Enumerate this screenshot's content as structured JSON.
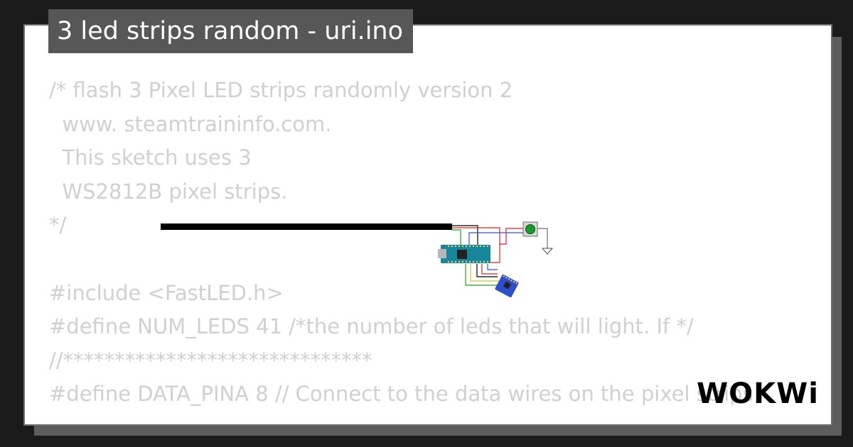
{
  "title": "3 led strips random - uri.ino",
  "code_lines": [
    "/* flash 3 Pixel LED strips randomly version 2",
    "  www. steamtraininfo.com.",
    "  This sketch uses 3",
    "  WS2812B pixel strips.",
    "*/",
    "",
    "#include <FastLED.h>",
    "#define NUM_LEDS 41 /*the number of leds that will light. If */",
    "//******************************",
    "#define DATA_PINA 8 // Connect to the data wires on the pixel strips"
  ],
  "logo_text": "WOKWi",
  "colors": {
    "background": "#1b1b1b",
    "card": "#ffffff",
    "code_text": "#d0d0d0",
    "title_bg": "#575757",
    "arduino": "#17889c",
    "sensor": "#2e4fc9",
    "button": "#1a9a2e"
  }
}
